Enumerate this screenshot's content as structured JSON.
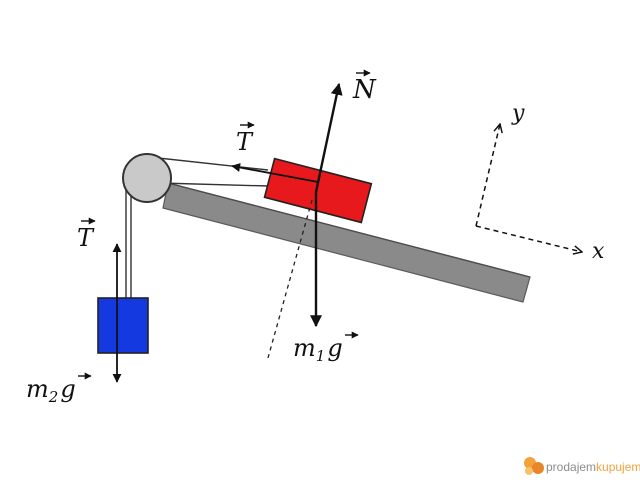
{
  "colors": {
    "block_m1": "#e8191c",
    "block_m2": "#1439e0",
    "incline_fill": "#8a8a8a",
    "incline_dark": "#5a5a5a",
    "pulley": "#c9c9c9",
    "vector": "#111111",
    "watermark_orange": "#f3a23b",
    "watermark_gray": "#8d8d8d"
  },
  "vectors": {
    "normal": {
      "sym": "N"
    },
    "tension_m1": {
      "sym": "T"
    },
    "tension_m2": {
      "sym": "T"
    },
    "weight_m1": {
      "m": "m",
      "sub": "1",
      "g": "g"
    },
    "weight_m2": {
      "m": "m",
      "sub": "2",
      "g": "g"
    }
  },
  "axes": {
    "x": "x",
    "y": "y"
  },
  "watermark": {
    "part1": "prodajem",
    "part2": "kupujem"
  }
}
